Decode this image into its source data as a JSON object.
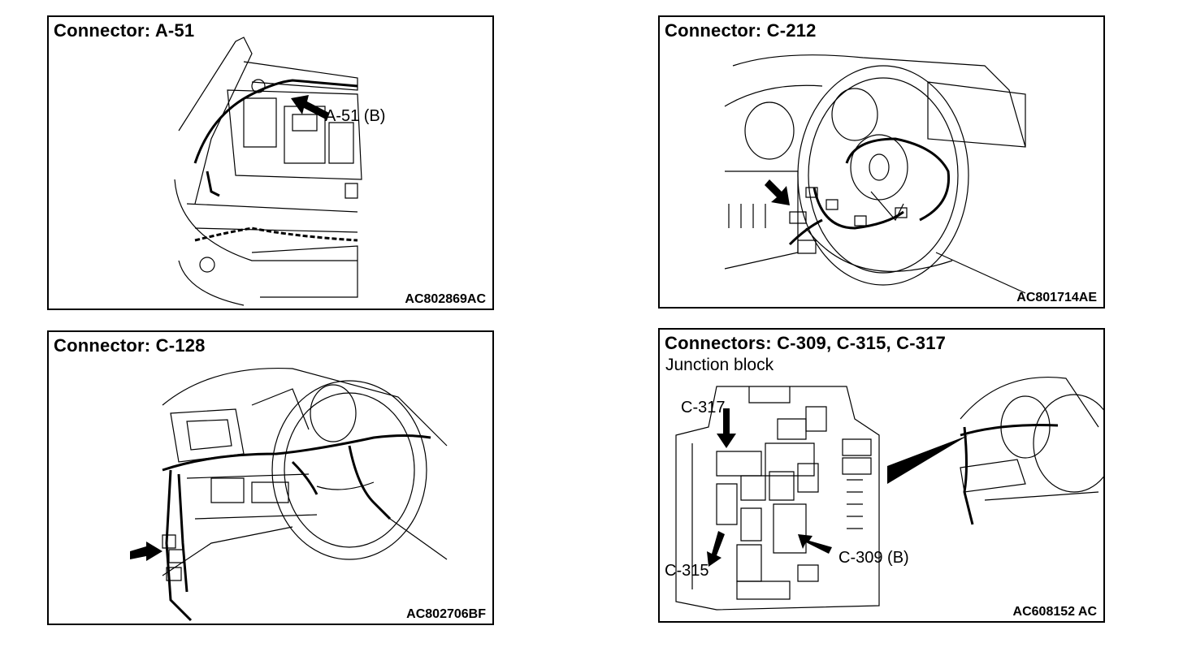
{
  "panels": [
    {
      "title": "Connector: A-51",
      "code": "AC802869AC",
      "callouts": [
        "A-51 (B)"
      ]
    },
    {
      "title": "Connector: C-212",
      "code": "AC801714AE",
      "callouts": []
    },
    {
      "title": "Connector: C-128",
      "code": "AC802706BF",
      "callouts": []
    },
    {
      "title": "Connectors: C-309, C-315, C-317",
      "subtitle": "Junction block",
      "code": "AC608152 AC",
      "callouts": [
        "C-317",
        "C-315",
        "C-309 (B)"
      ]
    }
  ]
}
